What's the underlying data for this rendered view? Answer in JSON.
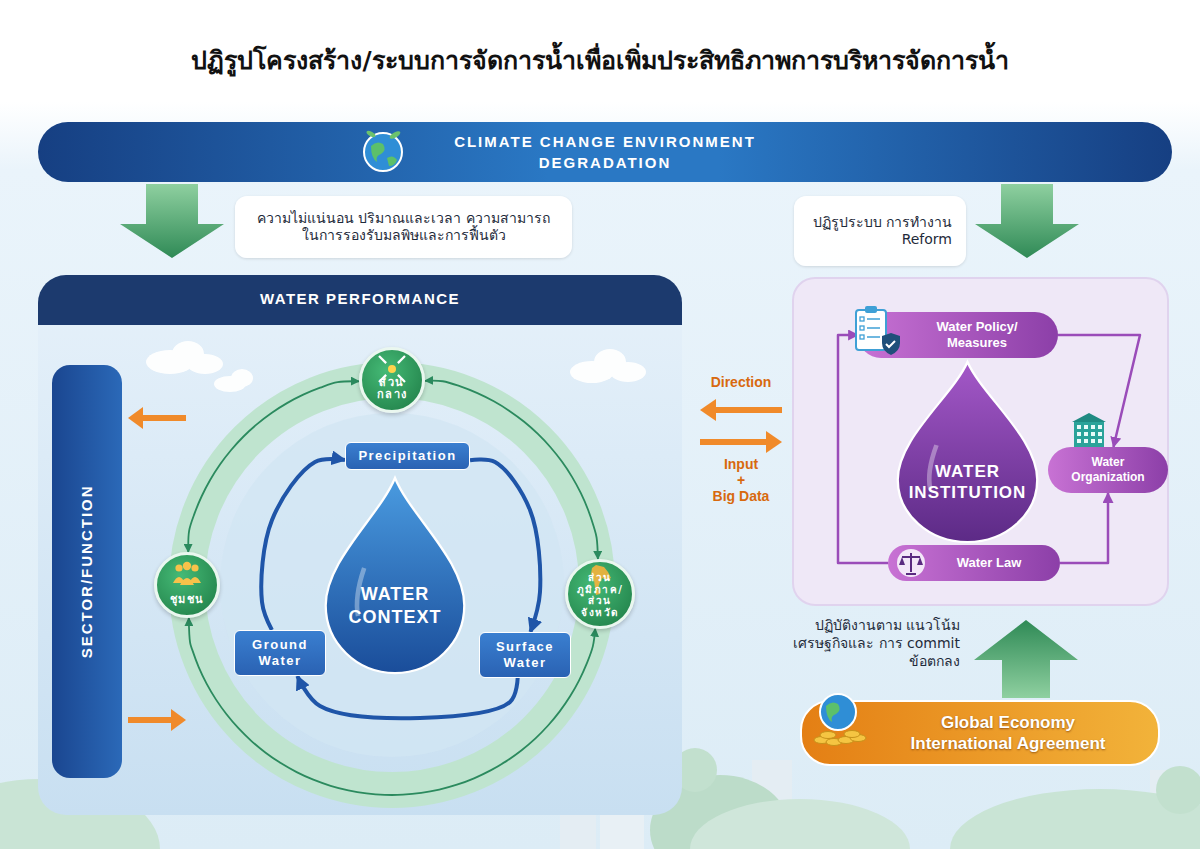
{
  "diagram": {
    "title": "ปฏิรูปโครงสร้าง/ระบบการจัดการน้ำเพื่อเพิ่มประสิทธิภาพการบริหารจัดการน้ำ",
    "nodes": [
      {
        "text": [
          "CLIMATE CHANGE ENVIRONMENT DEGRADATION"
        ]
      },
      {
        "text": [
          "ความไม่แน่นอน ปริมาณและเวลา ความสามารถในการรองรับมลพิษและการฟื้นตัว"
        ]
      },
      {
        "text": [
          "ปฏิรูประบบ การทำงาน Reform"
        ]
      },
      {
        "text": [
          "WATER PERFORMANCE"
        ]
      },
      {
        "text": [
          "SECTOR/FUNCTION"
        ],
        "in": 3
      },
      {
        "text": [
          "ส่วนกลาง"
        ],
        "in": 3
      },
      {
        "text": [
          "Precipitation"
        ],
        "in": 3
      },
      {
        "text": [
          "ชุมชน"
        ],
        "in": 3
      },
      {
        "text": [
          "WATER CONTEXT"
        ],
        "in": 3
      },
      {
        "text": [
          "ส่วนภูมิภาค/ส่วนจังหวัด"
        ],
        "in": 3
      },
      {
        "text": [
          "Ground Water"
        ],
        "in": 3
      },
      {
        "text": [
          "Surface Water"
        ],
        "in": 3
      },
      {
        "text": [
          "Water Policy/ Measures"
        ]
      },
      {
        "text": [
          "WATER INSTITUTION"
        ]
      },
      {
        "text": [
          "Water Organization"
        ]
      },
      {
        "text": [
          "Water Law"
        ]
      },
      {
        "text": [
          "Global Economy International Agreement"
        ]
      }
    ],
    "edges": [
      {
        "from": 5,
        "to": 9,
        "arrow": "both"
      },
      {
        "from": 9,
        "to": 7,
        "arrow": "both"
      },
      {
        "from": 7,
        "to": 5,
        "arrow": "both"
      },
      {
        "from": 6,
        "to": 11,
        "arrow": "to"
      },
      {
        "from": 11,
        "to": 10,
        "arrow": "to"
      },
      {
        "from": 10,
        "to": 6,
        "arrow": "to"
      },
      {
        "from": 12,
        "to": 14,
        "arrow": "to"
      },
      {
        "from": 15,
        "to": 14,
        "arrow": "to"
      },
      {
        "from": 15,
        "to": 12,
        "arrow": "to"
      }
    ],
    "labels": [
      "Direction",
      "Input",
      "+",
      "Big Data",
      "ปฏิบัติงานตาม แนวโน้มเศรษฐกิจและ การ commit ข้อตกลง"
    ]
  }
}
